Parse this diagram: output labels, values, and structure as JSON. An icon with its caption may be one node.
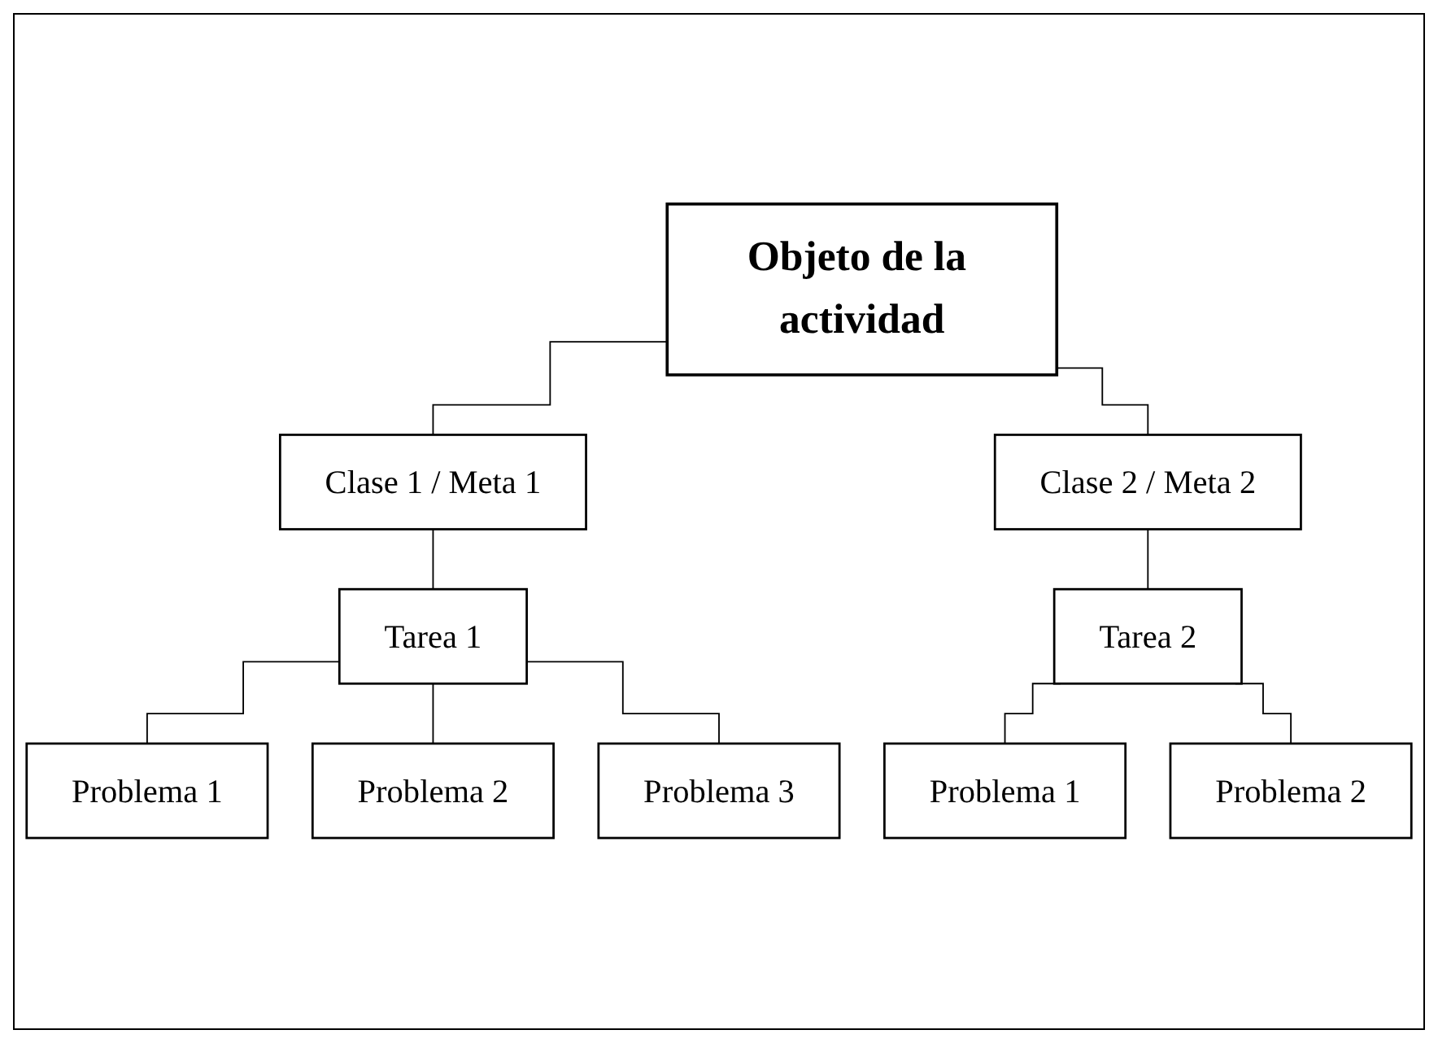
{
  "diagram": {
    "nodes": [
      {
        "text": [
          "Objeto de la actividad"
        ]
      },
      {
        "text": [
          "Clase 1 / Meta 1"
        ]
      },
      {
        "text": [
          "Clase 2 / Meta 2"
        ]
      },
      {
        "text": [
          "Tarea 1"
        ]
      },
      {
        "text": [
          "Tarea 2"
        ]
      },
      {
        "text": [
          "Problema 1"
        ]
      },
      {
        "text": [
          "Problema 2"
        ]
      },
      {
        "text": [
          "Problema 3"
        ]
      },
      {
        "text": [
          "Problema 1"
        ]
      },
      {
        "text": [
          "Problema 2"
        ]
      }
    ],
    "edges": [
      {
        "from": 0,
        "to": 1,
        "arrow": "none"
      },
      {
        "from": 0,
        "to": 2,
        "arrow": "none"
      },
      {
        "from": 1,
        "to": 3,
        "arrow": "none"
      },
      {
        "from": 2,
        "to": 4,
        "arrow": "none"
      },
      {
        "from": 3,
        "to": 5,
        "arrow": "none"
      },
      {
        "from": 3,
        "to": 6,
        "arrow": "none"
      },
      {
        "from": 3,
        "to": 7,
        "arrow": "none"
      },
      {
        "from": 4,
        "to": 8,
        "arrow": "none"
      },
      {
        "from": 4,
        "to": 9,
        "arrow": "none"
      }
    ]
  }
}
